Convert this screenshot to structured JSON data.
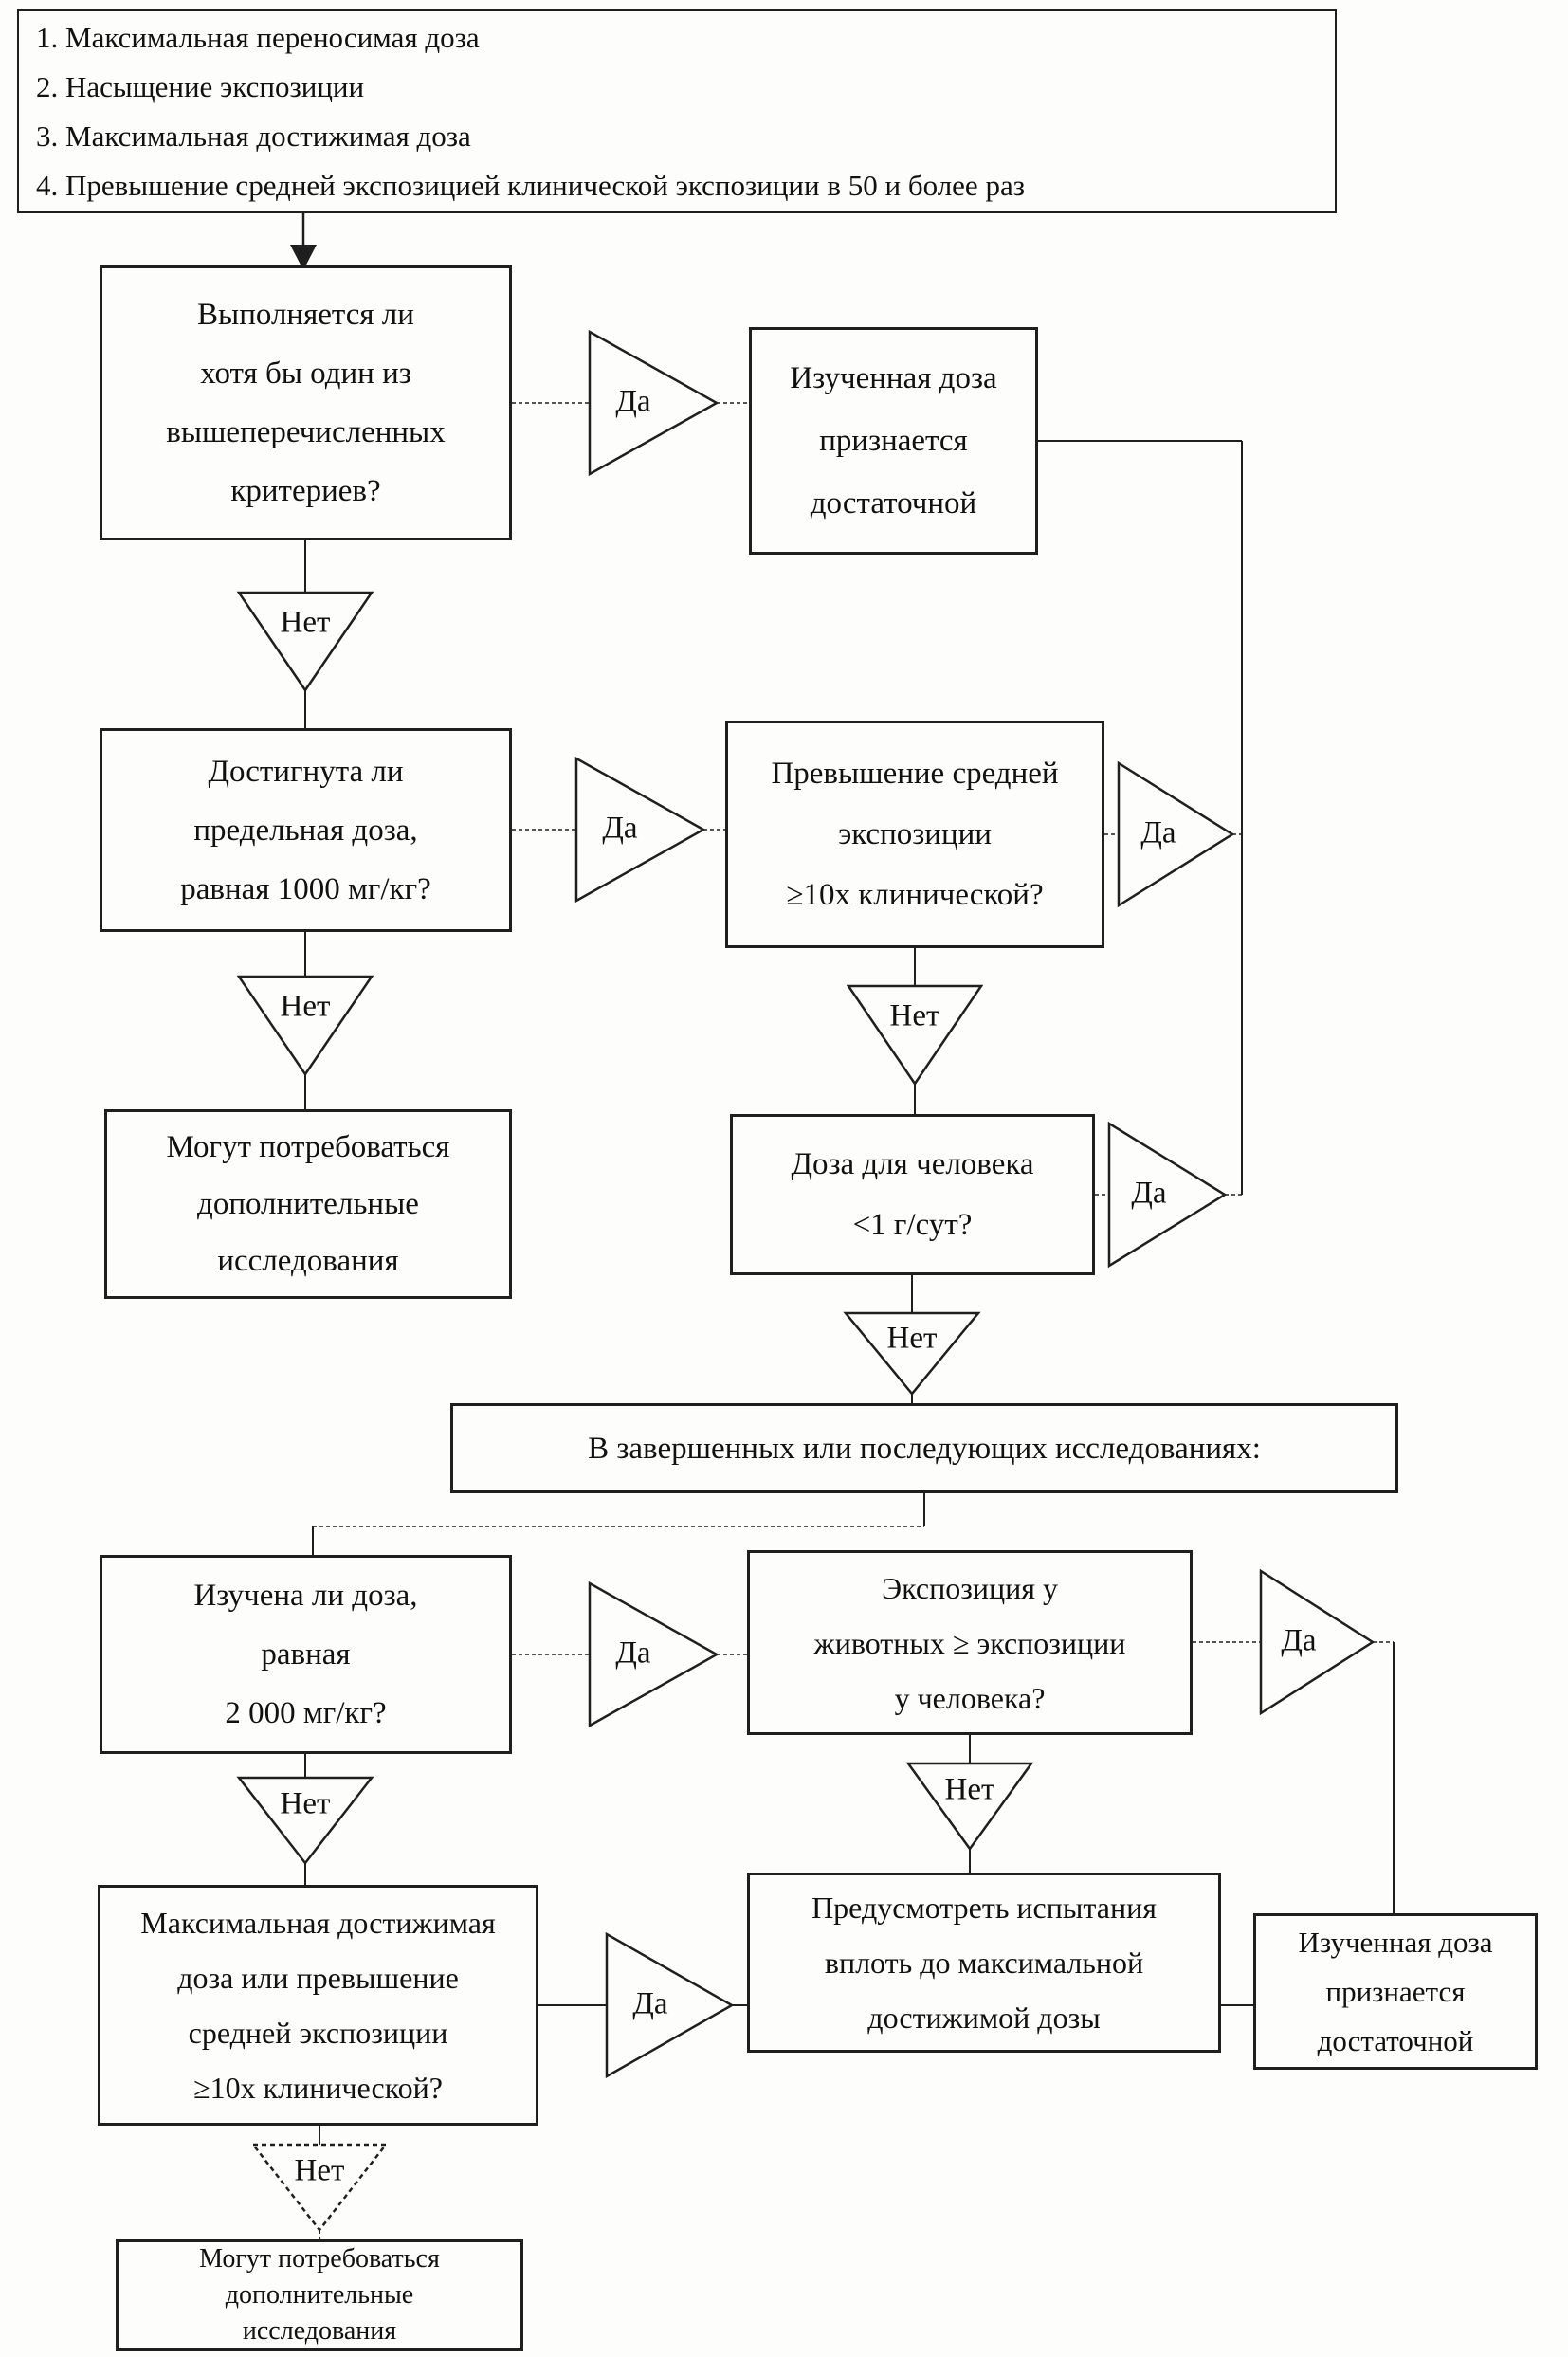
{
  "labels": {
    "yes": "Да",
    "no": "Нет"
  },
  "criteria_box": {
    "text": "1. Максимальная переносимая доза\n2. Насыщение экспозиции\n3. Максимальная достижимая доза\n4. Превышение средней экспозицией клинической экспозиции в 50 и более раз"
  },
  "nodes": {
    "criteria_met_question": {
      "text": "Выполняется ли\nхотя бы один из\nвышеперечисленных\nкритериев?"
    },
    "dose_sufficient_top": {
      "text": "Изученная доза\nпризнается\nдостаточной"
    },
    "limit_dose_question": {
      "text": "Достигнута ли\nпредельная доза,\nравная 1000 мг/кг?"
    },
    "exposure_10x_question": {
      "text": "Превышение средней\nэкспозиции\n≥10x клинической?"
    },
    "additional_studies_top": {
      "text": "Могут потребоваться\nдополнительные\nисследования"
    },
    "human_dose_question": {
      "text": "Доза для человека\n<1 г/сут?"
    },
    "further_studies_header": {
      "text": "В завершенных или последующих исследованиях:"
    },
    "dose_2000_question": {
      "text": "Изучена ли доза,\nравная\n2 000 мг/кг?"
    },
    "animal_exposure_question": {
      "text": "Экспозиция у\nживотных ≥ экспозиции\nу человека?"
    },
    "tests_to_max_dose": {
      "text": "Предусмотреть испытания\nвплоть до максимальной\nдостижимой дозы"
    },
    "mad_or_10x_question": {
      "text": "Максимальная достижимая\nдоза или превышение\nсредней экспозиции\n≥10x клинической?"
    },
    "dose_sufficient_bottom": {
      "text": "Изученная доза\nпризнается\nдостаточной"
    },
    "additional_studies_bottom": {
      "text": "Могут потребоваться\nдополнительные\nисследования"
    }
  },
  "colors": {
    "line": "#1f1f1f",
    "background": "#fdfdfc",
    "text": "#111111"
  }
}
